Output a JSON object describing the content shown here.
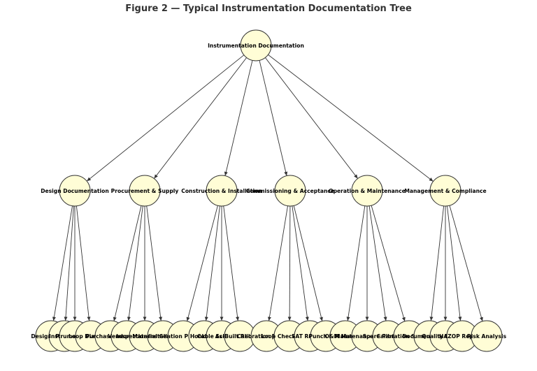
{
  "figure": {
    "title": "Figure 2 — Typical Instrumentation Documentation Tree"
  },
  "colors": {
    "node_fill": "#fffdd6",
    "node_stroke": "#333333",
    "edge": "#333333",
    "title": "#333333"
  },
  "tree": {
    "root": "Instrumentation Documentation",
    "branches": [
      {
        "label": "Design Documentation",
        "children": [
          "Design Specs",
          "P&IDs",
          "Instrument Index",
          "Loop Diagrams"
        ]
      },
      {
        "label": "Procurement & Supply",
        "children": [
          "Purchase Orders",
          "Vendor Data",
          "Inspection Records",
          "Material Certificates"
        ]
      },
      {
        "label": "Construction & Installation",
        "children": [
          "Installation Procedures",
          "Hook-ups",
          "Cable Schedules",
          "As-Built Records"
        ]
      },
      {
        "label": "Commissioning & Acceptance",
        "children": [
          "Calibration Records",
          "Loop Check Sheets",
          "SAT Reports",
          "Punch Lists"
        ]
      },
      {
        "label": "Operation & Maintenance",
        "children": [
          "O&M Manuals",
          "Maintenance Records",
          "Spare Parts Lists",
          "Calibration Schedules"
        ]
      },
      {
        "label": "Management & Compliance",
        "children": [
          "Document Control",
          "Quality Records",
          "HAZOP Reports",
          "Risk Analysis"
        ]
      }
    ]
  }
}
